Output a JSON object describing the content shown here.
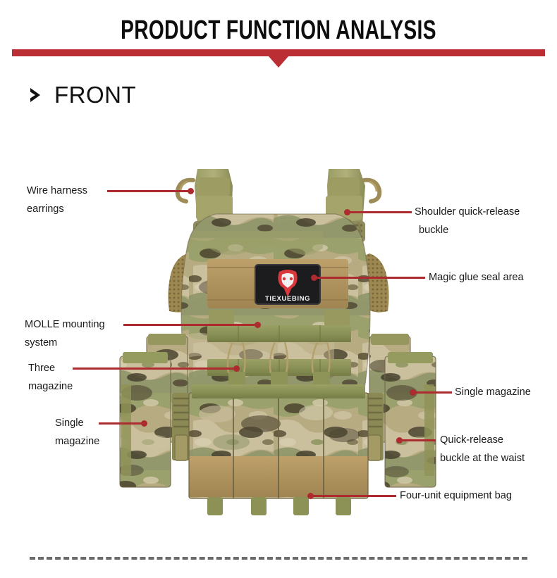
{
  "header": {
    "title": "PRODUCT FUNCTION ANALYSIS",
    "accent_color": "#bb2e33"
  },
  "section": {
    "icon": "chevron-right-icon",
    "label": "FRONT"
  },
  "product": {
    "name": "tactical plate carrier vest",
    "patch_brand": "TIEXUEBING",
    "patch_logo": "fox-head-logo",
    "camo_colors": [
      "#a9a077",
      "#7d8356",
      "#c9bb97",
      "#4a4030",
      "#8d7a55",
      "#b9ae86"
    ],
    "webbing_color": "#8d9460",
    "tan_color": "#b09355"
  },
  "callouts": [
    {
      "id": "wire-harness-earrings",
      "side": "left",
      "lines": [
        "Wire harness",
        "earrings"
      ]
    },
    {
      "id": "shoulder-quick-release-buckle",
      "side": "right",
      "lines": [
        "Shoulder quick-release",
        "buckle"
      ]
    },
    {
      "id": "magic-glue-seal-area",
      "side": "right",
      "lines": [
        "Magic glue seal area"
      ]
    },
    {
      "id": "molle-mounting-system",
      "side": "left",
      "lines": [
        "MOLLE mounting",
        "system"
      ]
    },
    {
      "id": "three-magazine",
      "side": "left",
      "lines": [
        "Three",
        "magazine"
      ]
    },
    {
      "id": "single-magazine-right",
      "side": "right",
      "lines": [
        "Single magazine"
      ]
    },
    {
      "id": "single-magazine-left",
      "side": "left",
      "lines": [
        "Single",
        "magazine"
      ]
    },
    {
      "id": "quick-release-buckle-waist",
      "side": "right",
      "lines": [
        "Quick-release",
        "buckle at the waist"
      ]
    },
    {
      "id": "four-unit-equipment-bag",
      "side": "right",
      "lines": [
        "Four-unit equipment bag"
      ]
    }
  ],
  "colors": {
    "leader_line": "#ad2b2f",
    "text": "#1a1a1a",
    "footer_dash": "#6b6b6b"
  }
}
